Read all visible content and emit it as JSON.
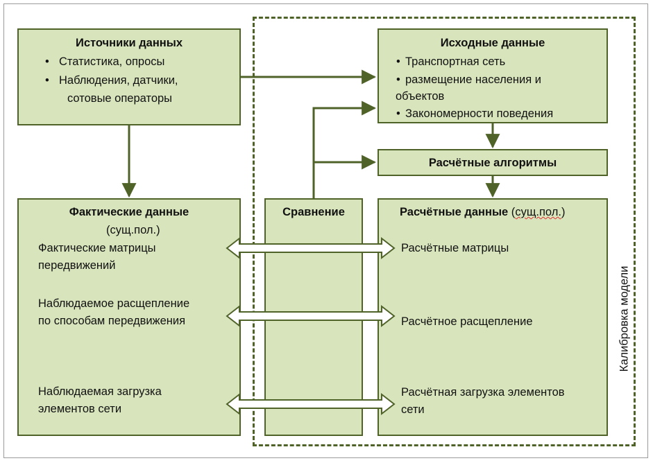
{
  "sources": {
    "title": "Источники данных",
    "items": [
      "Статистика, опросы",
      "Наблюдения, датчики,",
      "сотовые операторы"
    ]
  },
  "inputs": {
    "title": "Исходные данные",
    "items": [
      "Транспортная сеть",
      "размещение населения и",
      "объектов",
      "Закономерности поведения"
    ]
  },
  "algorithms": {
    "title": "Расчётные алгоритмы"
  },
  "actual": {
    "title": "Фактические данные",
    "subtitle": "(сущ.пол.)",
    "rows": [
      [
        "Фактические матрицы",
        "передвижений"
      ],
      [
        "Наблюдаемое расщепление",
        " по способам передвижения"
      ],
      [
        "Наблюдаемая загрузка",
        "элементов сети"
      ]
    ]
  },
  "comparison": {
    "title": "Сравнение"
  },
  "computed": {
    "title": "Расчётные данные",
    "title_suffix_pre": " (",
    "title_suffix_word": "сущ.пол.",
    "title_suffix_post": ")",
    "rows": [
      [
        "Расчётные матрицы"
      ],
      [
        "Расчётное расщепление"
      ],
      [
        "Расчётная загрузка элементов",
        "сети"
      ]
    ]
  },
  "calibration_label": "Калибровка модели",
  "colors": {
    "box_fill": "#d8e4bc",
    "box_border": "#4f6228",
    "arrow": "#4f6228"
  }
}
